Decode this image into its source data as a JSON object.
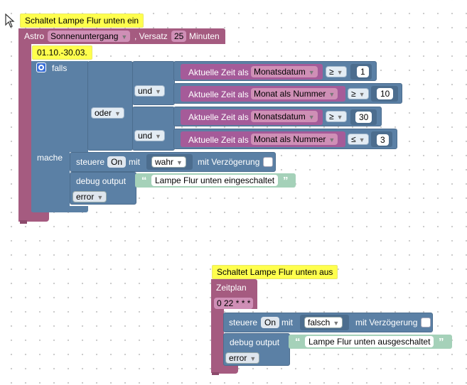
{
  "cursor": "mouse-pointer-icon",
  "block1": {
    "comment": "Schaltet Lampe Flur unten ein",
    "astro_label": "Astro",
    "astro_event": "Sonnenuntergang",
    "offset_label": ", Versatz",
    "offset_value": "25",
    "offset_unit": "Minuten",
    "date_range_comment": "01.10.-30.03.",
    "if_label": "falls",
    "do_label": "mache",
    "or_label": "oder",
    "and_label_1": "und",
    "and_label_2": "und",
    "conditions": [
      {
        "label": "Aktuelle Zeit als",
        "mode": "Monatsdatum",
        "op": "≥",
        "value": "1"
      },
      {
        "label": "Aktuelle Zeit als",
        "mode": "Monat als Nummer",
        "op": "≥",
        "value": "10"
      },
      {
        "label": "Aktuelle Zeit als",
        "mode": "Monatsdatum",
        "op": "≥",
        "value": "30"
      },
      {
        "label": "Aktuelle Zeit als",
        "mode": "Monat als Nummer",
        "op": "≤",
        "value": "3"
      }
    ],
    "control_label": "steuere",
    "control_target": "On",
    "with_label": "mit",
    "value": "wahr",
    "delay_label": "mit Verzögerung",
    "debug_label": "debug output",
    "debug_text": "Lampe Flur unten eingeschaltet",
    "level": "error"
  },
  "block2": {
    "comment": "Schaltet Lampe Flur unten aus",
    "schedule_label": "Zeitplan",
    "cron": "0 22 * * *",
    "control_label": "steuere",
    "control_target": "On",
    "with_label": "mit",
    "value": "falsch",
    "delay_label": "mit Verzögerung",
    "debug_label": "debug output",
    "debug_text": "Lampe Flur unten ausgeschaltet",
    "level": "error"
  }
}
